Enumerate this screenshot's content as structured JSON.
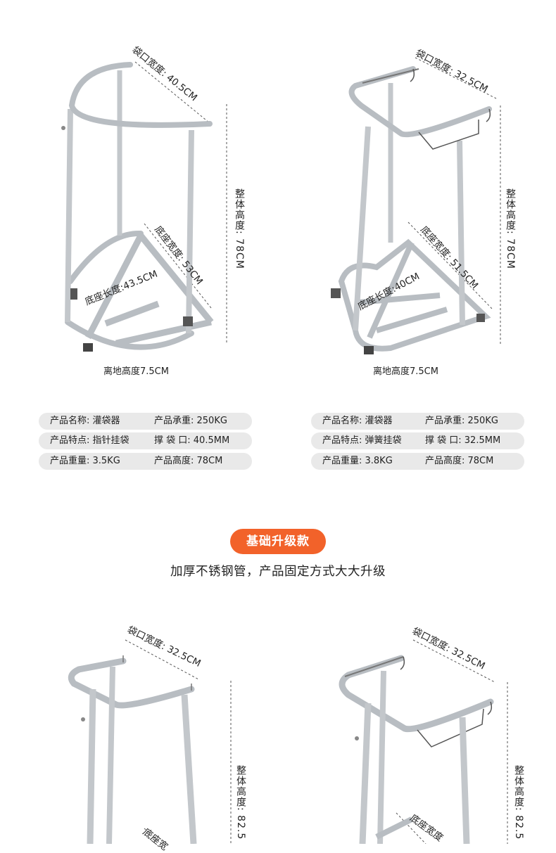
{
  "products": [
    {
      "id": "left",
      "bag_width": "袋口宽度: 40.5CM",
      "base_width": "底座宽度: 53CM",
      "base_length": "底座长度:43.5CM",
      "height": "整体高度: 78CM",
      "ground": "离地高度7.5CM",
      "specs": [
        [
          "产品名称: 灌袋器",
          "产品承重: 250KG"
        ],
        [
          "产品特点: 指针挂袋",
          "撑 袋 口: 40.5MM"
        ],
        [
          "产品重量: 3.5KG",
          "产品高度: 78CM"
        ]
      ]
    },
    {
      "id": "right",
      "bag_width": "袋口宽度: 32.5CM",
      "base_width": "底座宽度: 51.5CM",
      "base_length": "底座长度:40CM",
      "height": "整体高度: 78CM",
      "ground": "离地高度7.5CM",
      "specs": [
        [
          "产品名称: 灌袋器",
          "产品承重: 250KG"
        ],
        [
          "产品特点: 弹簧挂袋",
          "撑 袋 口: 32.5MM"
        ],
        [
          "产品重量: 3.8KG",
          "产品高度: 78CM"
        ]
      ]
    }
  ],
  "section": {
    "badge": "基础升级款",
    "subtitle": "加厚不锈钢管，产品固定方式大大升级"
  },
  "upgrade_products": [
    {
      "bag_width": "袋口宽度: 32.5CM",
      "base_width": "底座宽",
      "height": "整体高度: 82.5"
    },
    {
      "bag_width": "袋口宽度: 32.5CM",
      "base_width": "底座宽度",
      "height": "整体高度: 82.5"
    }
  ]
}
